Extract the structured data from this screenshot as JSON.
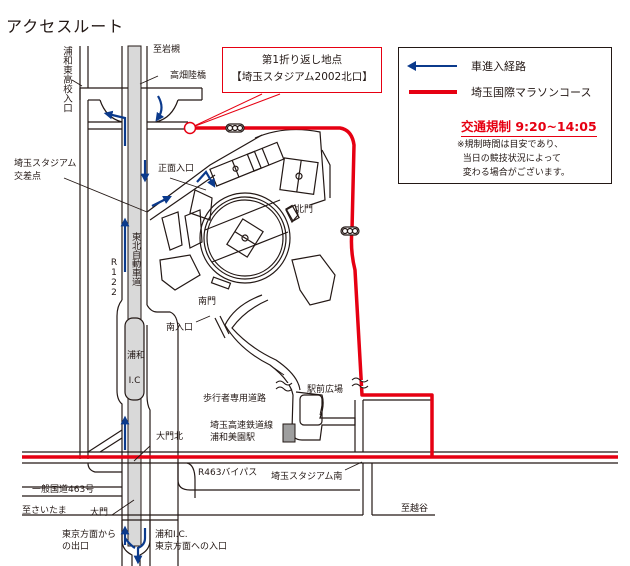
{
  "title": "アクセスルート",
  "callout": {
    "line1": "第1折り返し地点",
    "line2": "【埼玉スタジアム2002北口】"
  },
  "legend": {
    "car_route": {
      "label": "車進入経路",
      "color": "#0b3a8c",
      "icon": "arrow-left-icon"
    },
    "marathon_course": {
      "label": "埼玉国際マラソンコース",
      "color": "#e60012"
    },
    "restriction": "交通規制 9:20~14:05",
    "note": "※規制時間は目安であり、\n  当日の競技状況によって\n  変わる場合がございます。"
  },
  "labels": {
    "urawa_higashi": "浦和東高校入口",
    "iwatsuki": "至岩槻",
    "takahata": "高畑陸橋",
    "stadium_intersection_1": "埼玉スタジアム",
    "stadium_intersection_2": "交差点",
    "main_entrance": "正面入口",
    "north_gate": "北門",
    "tohoku_expressway": "東北自動車道",
    "r122": "R122",
    "south_gate": "南門",
    "south_entrance": "南入口",
    "urawa_ic_1": "浦和",
    "urawa_ic_2": "I.C",
    "pedestrian_road": "歩行者専用道路",
    "station_plaza": "駅前広場",
    "station_1": "埼玉高速鉄道線",
    "station_2": "浦和美園駅",
    "daimon_kita": "大門北",
    "r463_bypass": "R463バイパス",
    "stadium_south": "埼玉スタジアム南",
    "national_road_463": "一般国道463号",
    "to_saitama": "至さいたま",
    "daimon": "大門",
    "to_koshigaya": "至越谷",
    "exit_from_tokyo_1": "東京方面から",
    "exit_from_tokyo_2": "の出口",
    "urawa_ic_entry_1": "浦和I.C.",
    "urawa_ic_entry_2": "東京方面への入口"
  },
  "colors": {
    "road_line": "#231815",
    "expressway_fill": "#d9d9d9",
    "course_red": "#e60012",
    "route_blue": "#0b3a8c",
    "station_gray": "#9e9e9e"
  }
}
